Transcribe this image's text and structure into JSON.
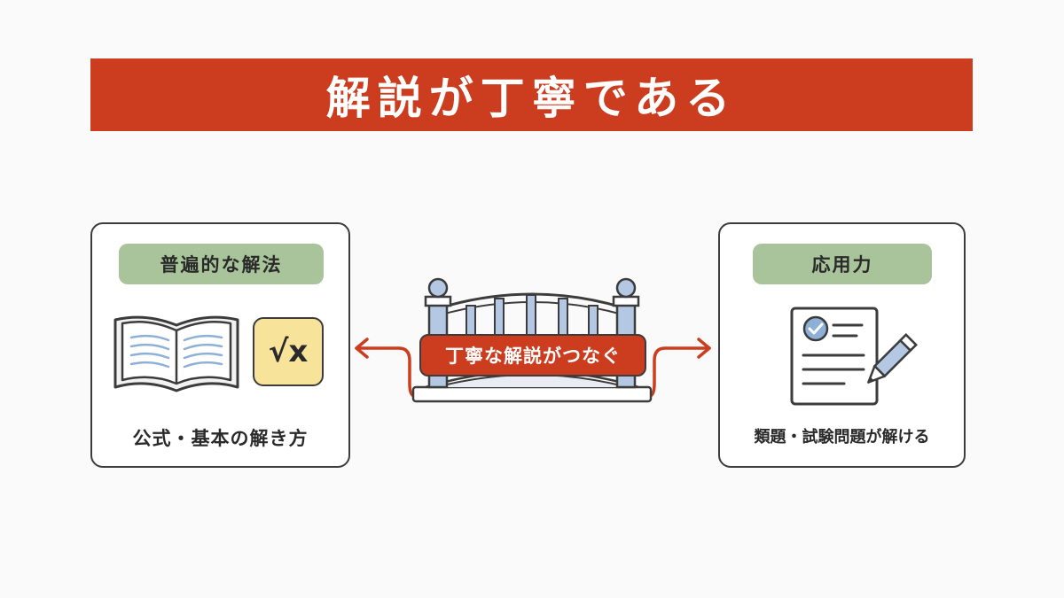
{
  "title": "解説が丁寧である",
  "left_panel": {
    "label": "普遍的な解法",
    "caption": "公式・基本の解き方",
    "formula_symbol": "√x"
  },
  "right_panel": {
    "label": "応用力",
    "caption": "類題・試験問題が解ける"
  },
  "bridge": {
    "label": "丁寧な解説がつなぐ"
  },
  "colors": {
    "accent_red": "#cc3c1e",
    "pill_green": "#a9c49a",
    "formula_yellow": "#f7e39a",
    "book_lines": "#8fb0d6",
    "outline": "#3c3c3c"
  },
  "icons": [
    "open-book-icon",
    "square-root-icon",
    "bridge-icon",
    "checklist-document-icon",
    "pencil-icon",
    "arrow-left-icon",
    "arrow-right-icon"
  ]
}
